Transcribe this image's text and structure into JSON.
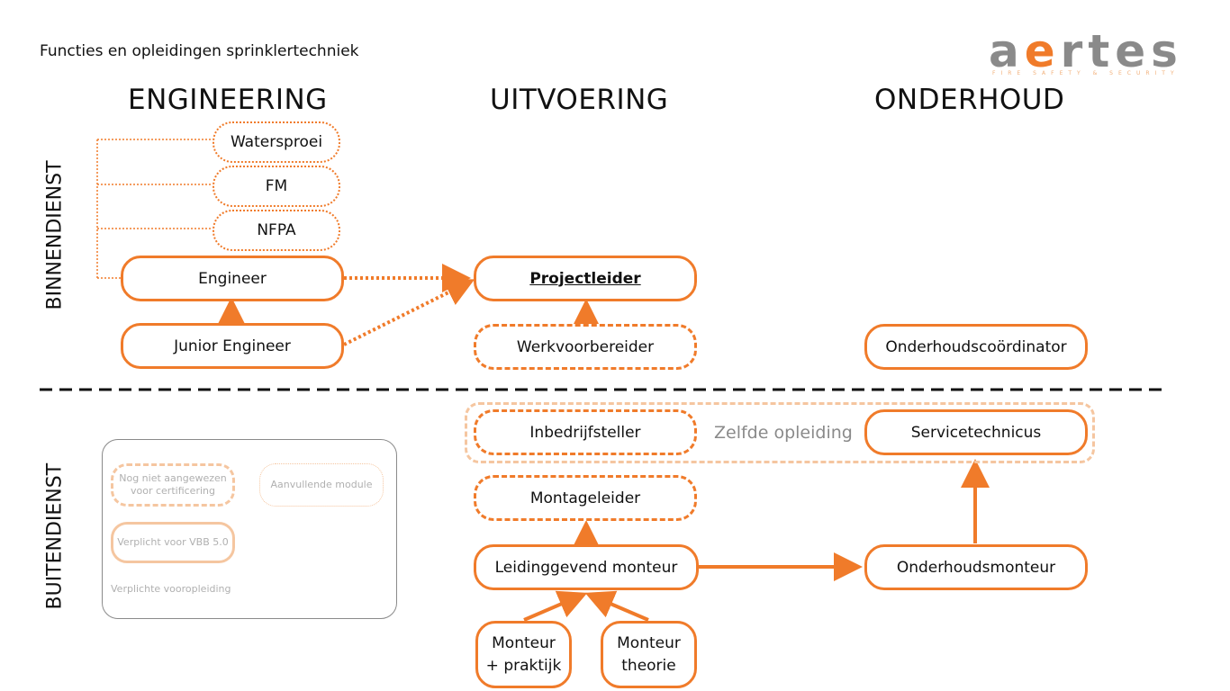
{
  "page_title": "Functies en opleidingen sprinklertechniek",
  "logo": {
    "text_a": "a",
    "text_e": "e",
    "text_rest": "rtes",
    "tagline": "FIRE SAFETY & SECURITY"
  },
  "columns": {
    "engineering": "ENGINEERING",
    "uitvoering": "UITVOERING",
    "onderhoud": "ONDERHOUD"
  },
  "rows": {
    "binnendienst": "BINNENDIENST",
    "buitendienst": "BUITENDIENST"
  },
  "nodes": {
    "watersproei": "Watersproei",
    "fm": "FM",
    "nfpa": "NFPA",
    "engineer": "Engineer",
    "junior_engineer": "Junior Engineer",
    "projectleider": "Projectleider",
    "werkvoorbereider": "Werkvoorbereider",
    "onderhoudscoordinator": "Onderhoudscoördinator",
    "inbedrijfsteller": "Inbedrijfsteller",
    "servicetechnicus": "Servicetechnicus",
    "montageleider": "Montageleider",
    "leidinggevend_monteur": "Leidinggevend monteur",
    "onderhoudsmonteur": "Onderhoudsmonteur",
    "monteur_praktijk_line1": "Monteur",
    "monteur_praktijk_line2": "+ praktijk",
    "monteur_theorie_line1": "Monteur",
    "monteur_theorie_line2": "theorie"
  },
  "group_label": "Zelfde opleiding",
  "legend": {
    "not_designated_line1": "Nog niet aangewezen",
    "not_designated_line2": "voor certificering",
    "additional_module": "Aanvullende module",
    "mandatory_vbb": "Verplicht voor VBB 5.0",
    "mandatory_prior": "Verplichte vooropleiding"
  },
  "colors": {
    "accent": "#f07b2a",
    "light_accent": "#f5c6a0",
    "grey": "#8a8a8a"
  }
}
